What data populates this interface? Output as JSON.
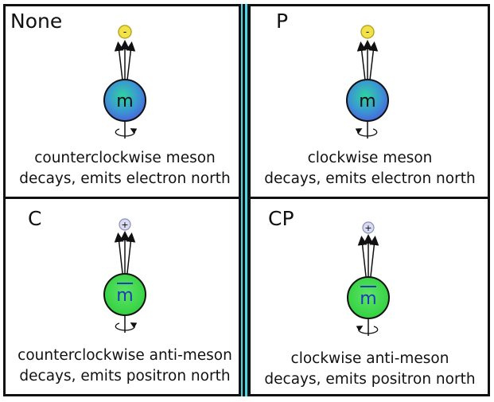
{
  "panels": [
    {
      "label": "None",
      "particle_symbol": "m",
      "emitted_symbol": "-",
      "caption_line1": "counterclockwise meson",
      "caption_line2": "decays, emits electron north",
      "ball_color": "blue",
      "rotation": "counterclockwise"
    },
    {
      "label": "P",
      "particle_symbol": "m",
      "emitted_symbol": "-",
      "caption_line1": "clockwise meson",
      "caption_line2": "decays, emits electron north",
      "ball_color": "blue",
      "rotation": "clockwise"
    },
    {
      "label": "C",
      "particle_symbol": "m",
      "emitted_symbol": "+",
      "caption_line1": "counterclockwise anti-meson",
      "caption_line2": "decays, emits positron north",
      "ball_color": "green",
      "rotation": "counterclockwise"
    },
    {
      "label": "CP",
      "particle_symbol": "m",
      "emitted_symbol": "+",
      "caption_line1": "clockwise anti-meson",
      "caption_line2": "decays, emits positron north",
      "ball_color": "green",
      "rotation": "clockwise"
    }
  ],
  "colors": {
    "mirror": "#4fd6e6",
    "meson_ball": "#4a7fd9",
    "antimeson_ball": "#3cd84a",
    "electron": "#f2e24a",
    "positron": "#d9dcf0"
  }
}
